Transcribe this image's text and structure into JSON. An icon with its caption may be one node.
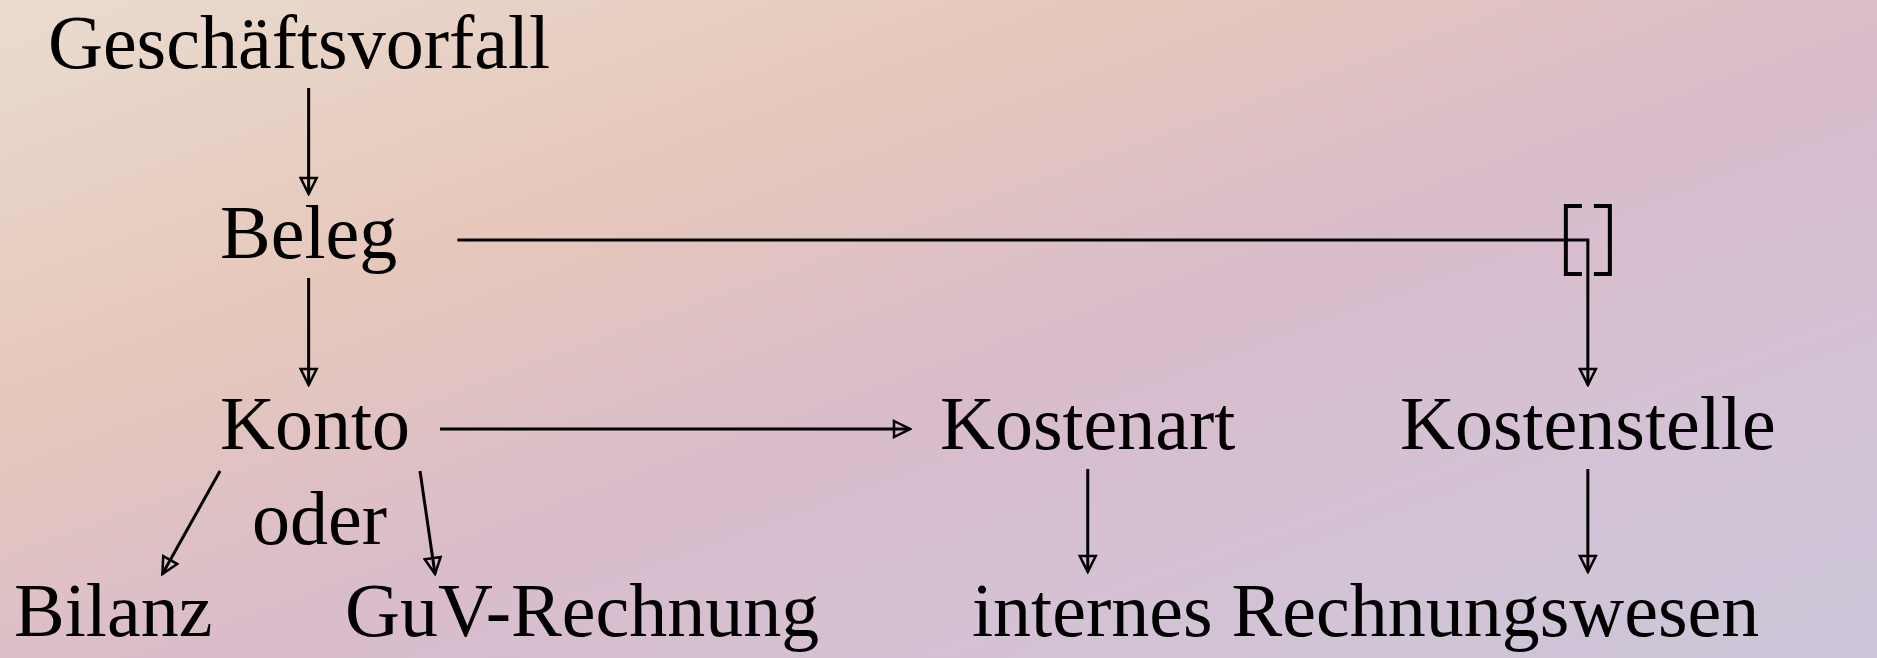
{
  "diagram": {
    "nodes": [
      {
        "text": [
          "Geschäftsvorfall"
        ]
      },
      {
        "text": [
          "Beleg"
        ]
      },
      {
        "text": [
          "Konto"
        ]
      },
      {
        "text": [
          "Kostenart"
        ]
      },
      {
        "text": [
          "Kostenstelle"
        ]
      },
      {
        "text": [
          "Bilanz"
        ]
      },
      {
        "text": [
          "GuV-Rechnung"
        ]
      },
      {
        "text": [
          "internes Rechnungswesen"
        ]
      }
    ],
    "edges": [
      {
        "from": 0,
        "to": 1,
        "arrow": "to"
      },
      {
        "from": 1,
        "to": 2,
        "arrow": "to"
      },
      {
        "from": 1,
        "to": 4,
        "arrow": "to"
      },
      {
        "from": 2,
        "to": 3,
        "arrow": "to"
      },
      {
        "from": 2,
        "to": 5,
        "arrow": "to"
      },
      {
        "from": 2,
        "to": 6,
        "arrow": "to"
      },
      {
        "from": 3,
        "to": 7,
        "arrow": "to"
      },
      {
        "from": 4,
        "to": 7,
        "arrow": "to"
      }
    ],
    "labels": [
      "oder"
    ]
  }
}
